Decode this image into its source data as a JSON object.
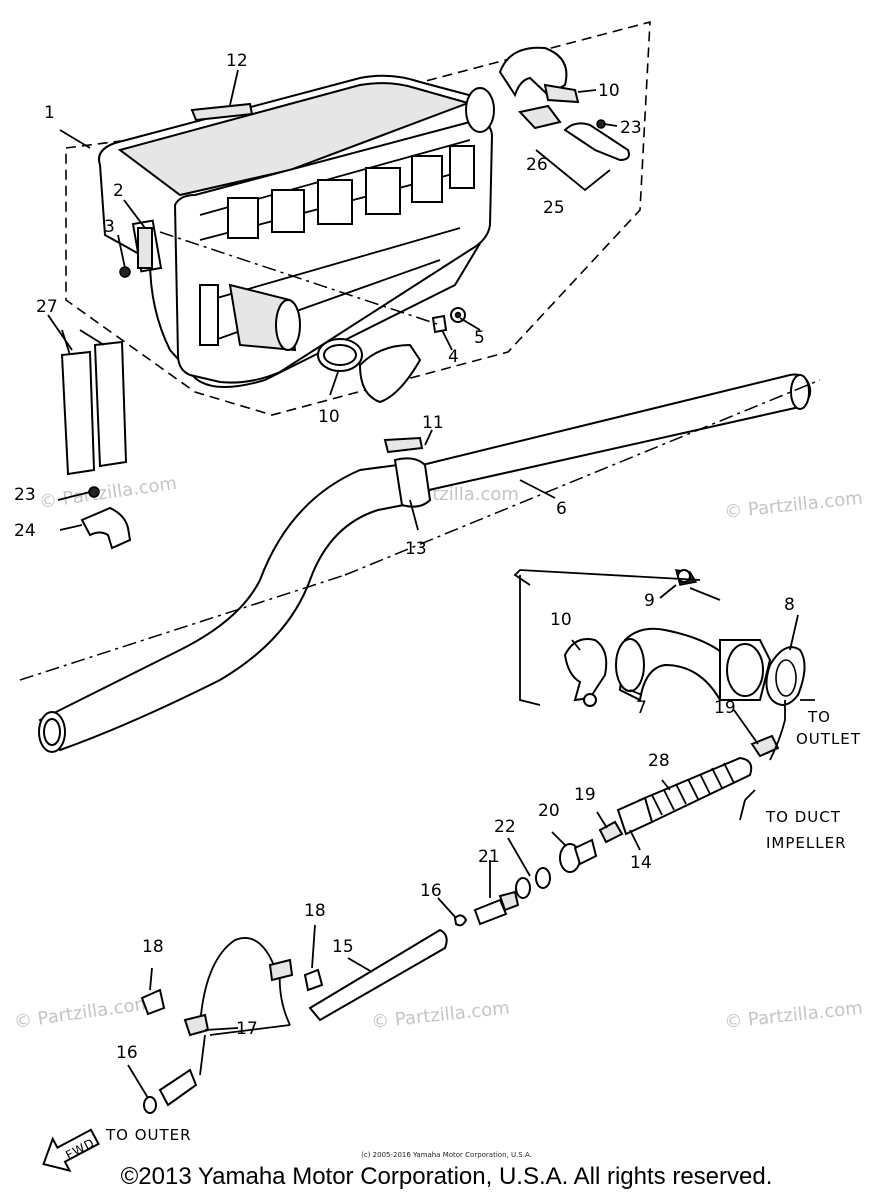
{
  "callouts": {
    "c1": "1",
    "c2": "2",
    "c3": "3",
    "c4": "4",
    "c5": "5",
    "c6": "6",
    "c7": "7",
    "c8": "8",
    "c9": "9",
    "c10a": "10",
    "c10b": "10",
    "c10c": "10",
    "c11": "11",
    "c12": "12",
    "c13": "13",
    "c14": "14",
    "c15": "15",
    "c16a": "16",
    "c16b": "16",
    "c17": "17",
    "c18a": "18",
    "c18b": "18",
    "c19a": "19",
    "c19b": "19",
    "c20": "20",
    "c21": "21",
    "c22": "22",
    "c23a": "23",
    "c23b": "23",
    "c24": "24",
    "c25": "25",
    "c26": "26",
    "c27": "27",
    "c28": "28"
  },
  "notes": {
    "to_outlet_1": "TO",
    "to_outlet_2": "OUTLET",
    "to_duct_1": "TO DUCT",
    "to_duct_2": "IMPELLER",
    "to_outer": "TO OUTER",
    "fwd": "FWD"
  },
  "watermarks": {
    "w1": "© Partzilla.com",
    "w2": "© Partzilla.com",
    "w3": "© Partzilla.com",
    "w4": "© Partzilla.com",
    "w5": "© Partzilla.com",
    "w6": "© Partzilla.com"
  },
  "copyright": {
    "small": "(c) 2005-2016 Yamaha Motor Corporation, U.S.A.",
    "main": "©2013 Yamaha Motor Corporation, U.S.A. All rights reserved."
  }
}
